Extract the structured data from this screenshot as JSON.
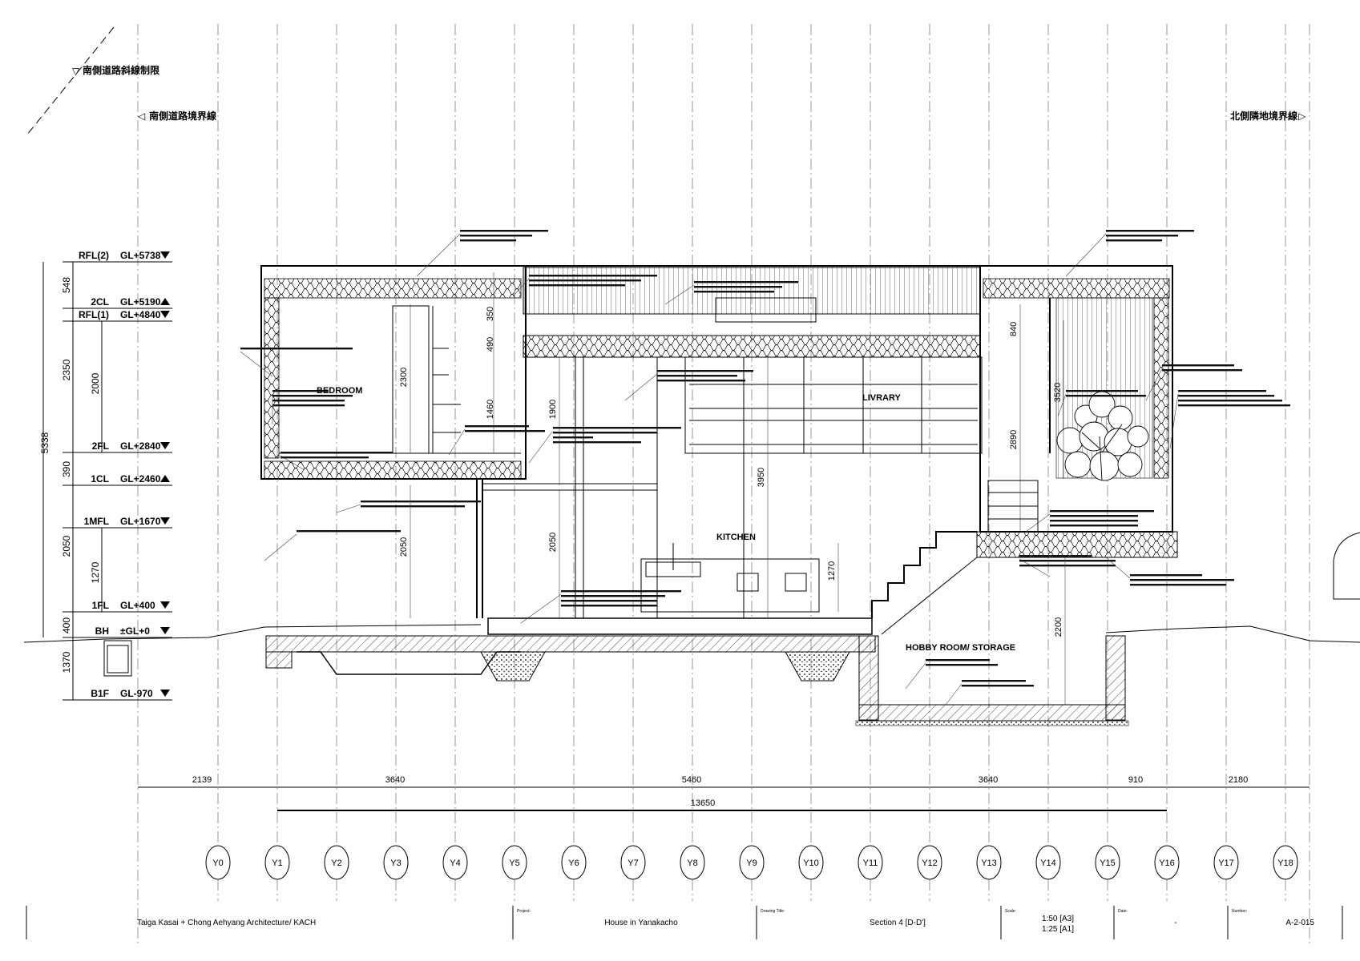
{
  "boundaries": {
    "south_slant": "南側道路斜線制限",
    "south_road": "南側道路境界線",
    "north_adjacent": "北側隣地境界線"
  },
  "levels": [
    {
      "name": "RFL(2)",
      "value": "GL+5738",
      "marker": "down"
    },
    {
      "name": "2CL",
      "value": "GL+5190",
      "marker": "up"
    },
    {
      "name": "RFL(1)",
      "value": "GL+4840",
      "marker": "down"
    },
    {
      "name": "2FL",
      "value": "GL+2840",
      "marker": "down"
    },
    {
      "name": "1CL",
      "value": "GL+2460",
      "marker": "up"
    },
    {
      "name": "1MFL",
      "value": "GL+1670",
      "marker": "down"
    },
    {
      "name": "1FL",
      "value": "GL+400",
      "marker": "down"
    },
    {
      "name": "BH",
      "value": "±GL+0",
      "marker": "down"
    },
    {
      "name": "B1F",
      "value": "GL-970",
      "marker": "down"
    }
  ],
  "vertical_dims": {
    "total": "5338",
    "segments": [
      "548",
      "2350",
      "390",
      "2050",
      "400",
      "1370"
    ],
    "inner": [
      "2000",
      "1270"
    ]
  },
  "interior_dims": [
    "350",
    "490",
    "2300",
    "1460",
    "1900",
    "3950",
    "2050",
    "2050",
    "1270",
    "840",
    "3520",
    "2890",
    "2200"
  ],
  "rooms": {
    "bedroom": "BEDROOM",
    "library": "LIVRARY",
    "kitchen": "KITCHEN",
    "hobby": "HOBBY ROOM/ STORAGE"
  },
  "horizontal_dims": {
    "segments": [
      "2139",
      "3640",
      "5460",
      "3640",
      "910",
      "2180"
    ],
    "overall": "13650"
  },
  "grid_axes": [
    "Y0",
    "Y1",
    "Y2",
    "Y3",
    "Y4",
    "Y5",
    "Y6",
    "Y7",
    "Y8",
    "Y9",
    "Y10",
    "Y11",
    "Y12",
    "Y13",
    "Y14",
    "Y15",
    "Y16",
    "Y17",
    "Y18"
  ],
  "title_block": {
    "office": "Taiga Kasai + Chong Aehyang Architecture/ KACH",
    "project_label": "Project:",
    "project": "House in Yanakacho",
    "drawing_title_label": "Drawing Title:",
    "drawing_title": "Section 4 [D-D']",
    "scale_label": "Scale:",
    "scale_a3": "1:50 [A3]",
    "scale_a1": "1:25 [A1]",
    "date_label": "Date:",
    "date": "-",
    "number_label": "Number:",
    "number": "A-2-015"
  },
  "colors": {
    "line": "#000000",
    "grid": "#9a9a9a",
    "background": "#ffffff"
  }
}
